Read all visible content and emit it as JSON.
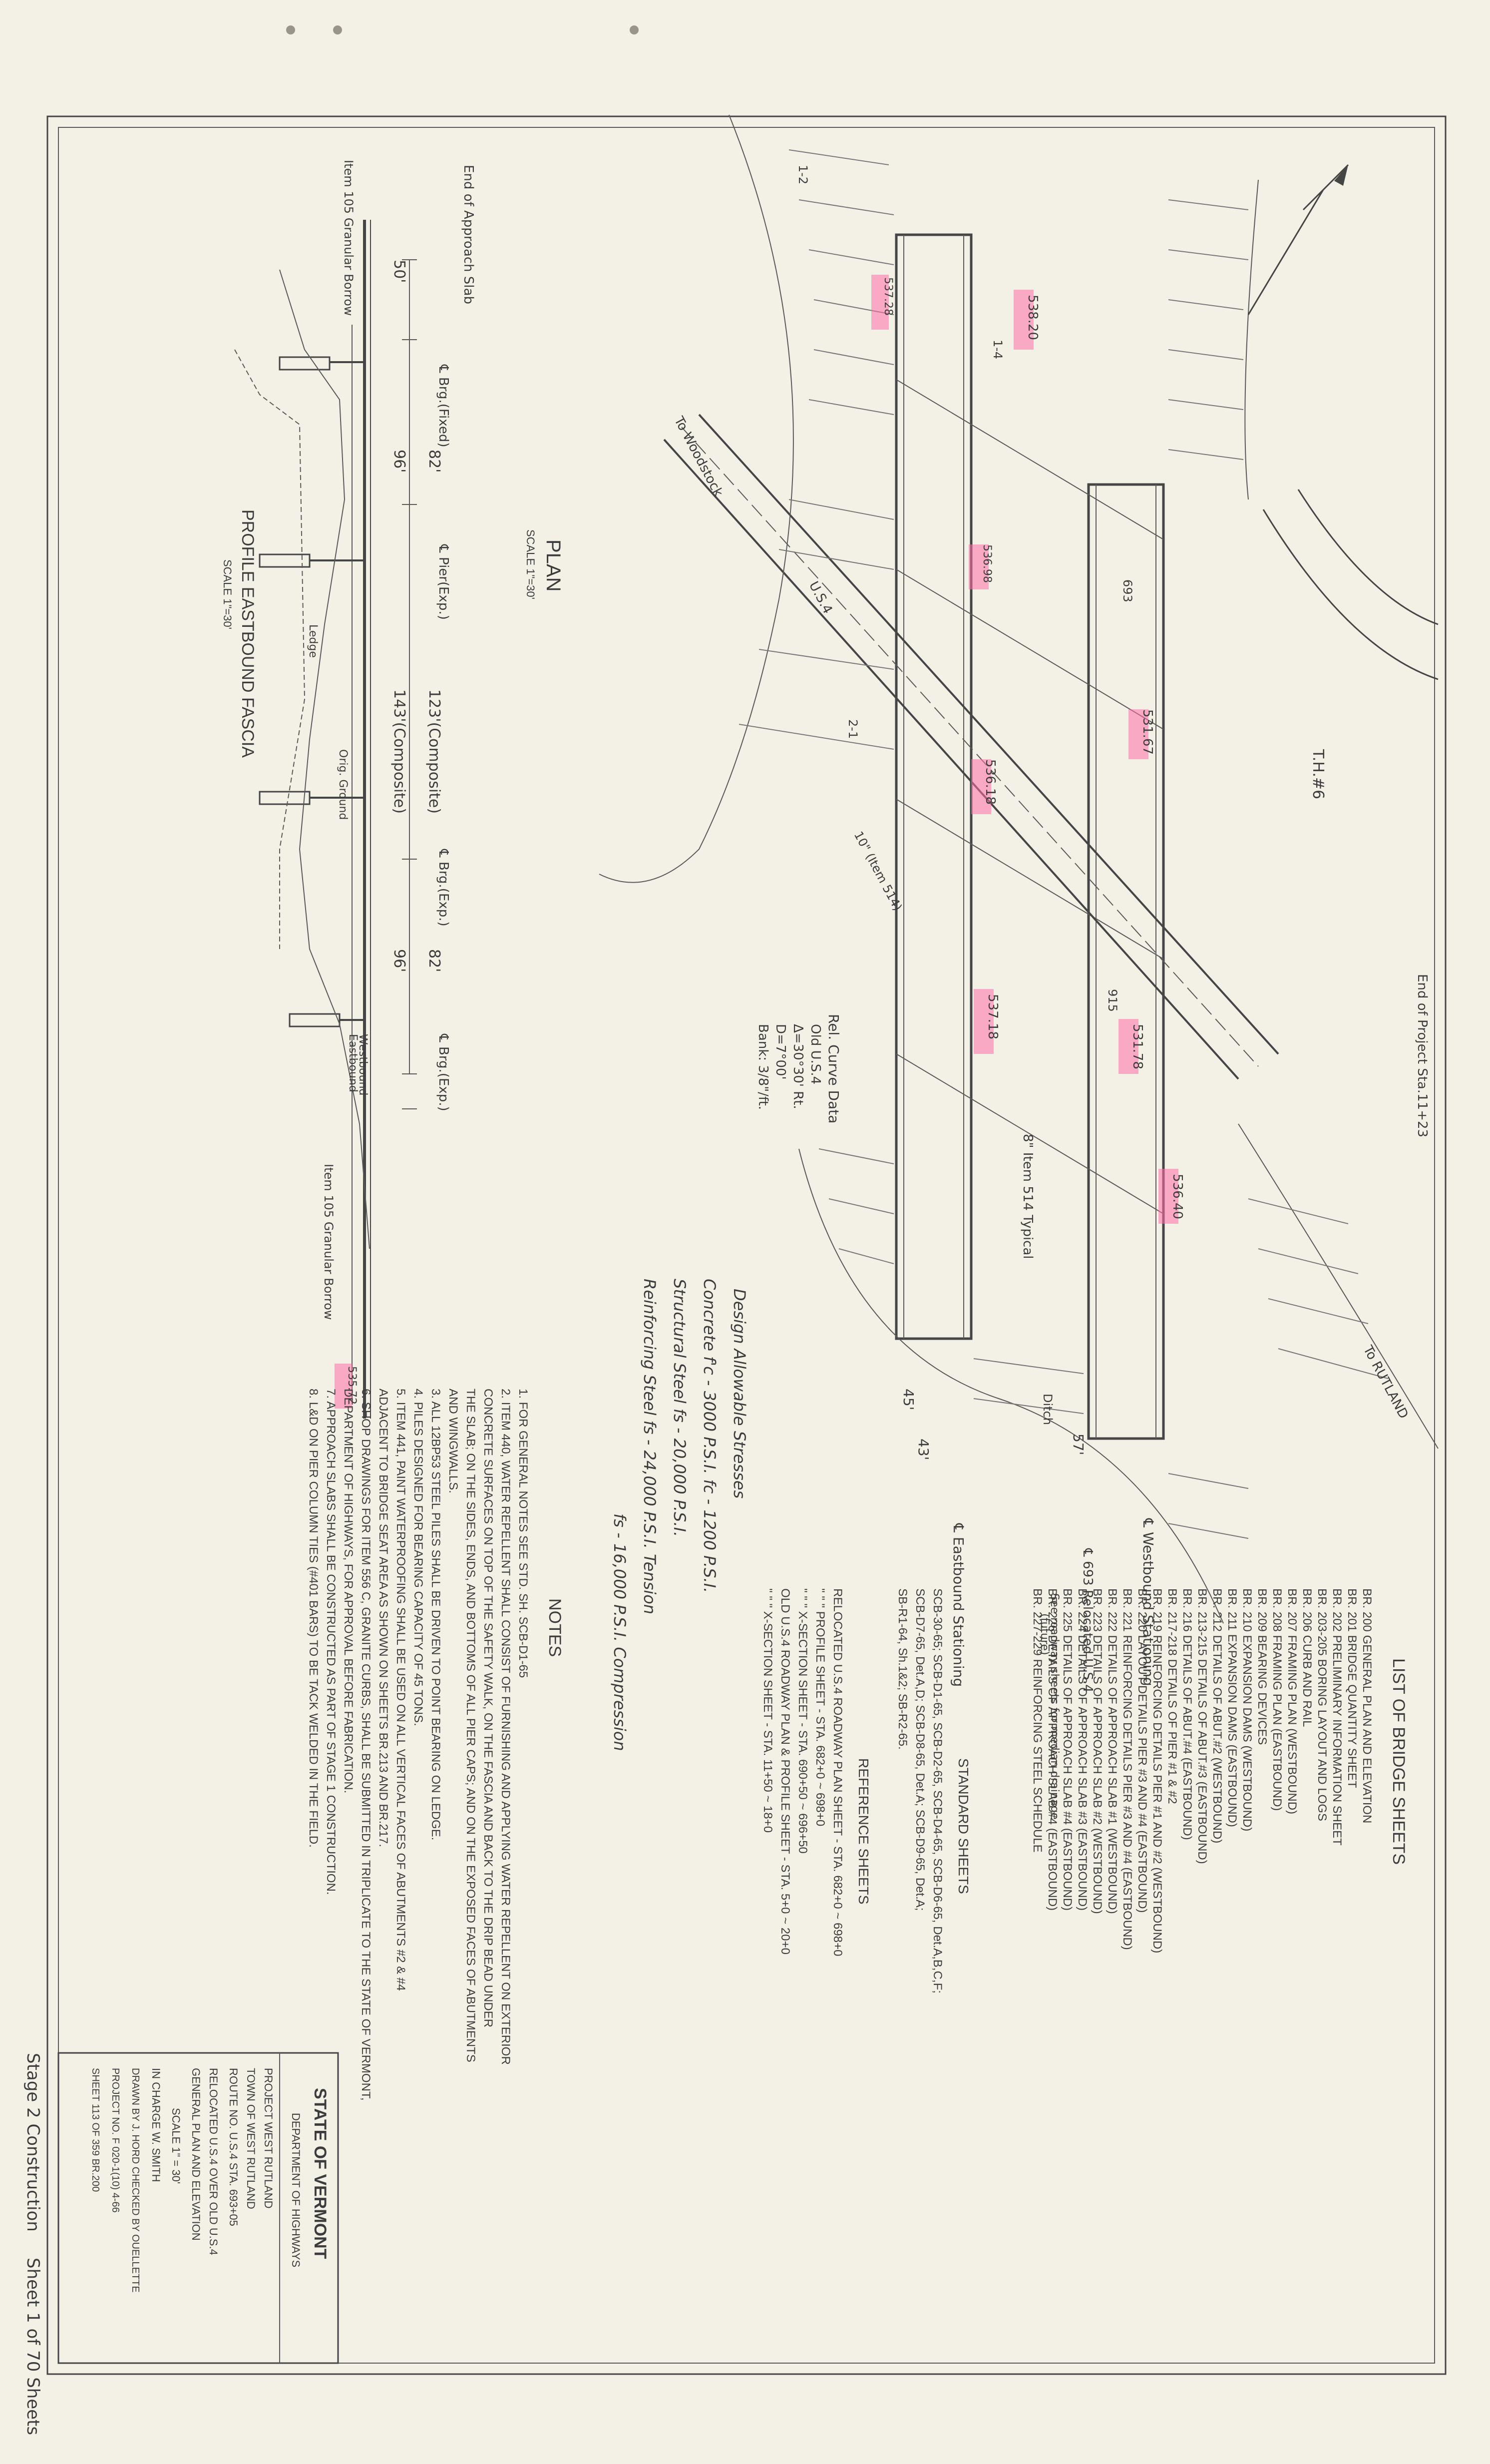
{
  "drawing": {
    "profile": {
      "title": "PROFILE EASTBOUND FASCIA",
      "scale": "SCALE 1\"=30'",
      "approach_slab": "End of Approach Slab",
      "dim_50": "50'",
      "item_105_a": "Item 105 Granular Borrow",
      "item_105_b": "Item 105 Granular Borrow",
      "bearing_fixed": "℄ Brg.(Fixed)",
      "span_96_a": "96'",
      "span_82_a": "82'",
      "pier_exp_a": "℄ Pier(Exp.)",
      "span_143": "143'(Composite)",
      "span_123": "123'(Composite)",
      "bearing_exp_a": "℄ Brg.(Exp.)",
      "span_96_b": "96'",
      "span_82_b": "82'",
      "bearing_exp_b": "℄ Brg.(Exp.)",
      "ledge": "Ledge",
      "orig_ground": "Orig. Ground",
      "westbound": "Westbound",
      "eastbound": "Eastbound"
    },
    "plan": {
      "title": "PLAN",
      "scale": "SCALE 1\"=30'",
      "to_woodstock": "To Woodstock",
      "to_rutland": "To RUTLAND",
      "th6": "T.H.#6",
      "end_project": "End of Project Sta.11+23",
      "us4": "U.S.4",
      "dim_45": "45'",
      "dim_57": "57'",
      "dim_43": "43'",
      "ditch": "Ditch",
      "item_514": "8\" Item 514 Typical",
      "item_514_b": "10\" (Item 514)",
      "eastbound_stationing": "℄ Eastbound Stationing",
      "westbound_stationing": "℄ Westbound Stationing",
      "relocated_us4": "℄ 693 Relocated U.S.4",
      "median_note": "See roadway sheets for median drainage",
      "curve_title": "Rel. Curve Data",
      "curve_old": "Old U.S.4",
      "curve_delta": "Δ=30°30' Rt.",
      "curve_d": "D=7°00'",
      "curve_bank": "Bank: 3/8\"/ft.",
      "future": "(future)",
      "slope_12": "1-2",
      "slope_14": "1-4",
      "slope_21": "2-1",
      "label_693": "693",
      "label_915": "915"
    },
    "stresses": {
      "title": "Design Allowable Stresses",
      "concrete": "Concrete f'c - 3000 P.S.I.   fc - 1200 P.S.I.",
      "steel": "Structural Steel fs - 20,000 P.S.I.",
      "reinforcing": "Reinforcing Steel fs - 24,000 P.S.I. Tension",
      "compression": "fs - 16,000 P.S.I. Compression"
    },
    "notes": {
      "title": "NOTES",
      "items": [
        "1. FOR GENERAL NOTES SEE STD. SH. SCB-D1-65",
        "2. ITEM 440, WATER REPELLENT SHALL CONSIST OF FURNISHING AND APPLYING WATER REPELLENT ON EXTERIOR",
        "   CONCRETE SURFACES ON TOP OF THE SAFETY WALK, ON THE FASCIA AND BACK TO THE DRIP BEAD UNDER",
        "   THE SLAB; ON THE SIDES, ENDS, AND BOTTOMS OF ALL PIER CAPS; AND ON THE EXPOSED FACES OF ABUTMENTS",
        "   AND WINGWALLS.",
        "3. ALL 12BP53 STEEL PILES SHALL BE DRIVEN TO POINT BEARING ON LEDGE.",
        "4. PILES DESIGNED FOR BEARING CAPACITY OF 45 TONS.",
        "5. ITEM 441, PAINT WATERPROOFING SHALL BE USED ON ALL VERTICAL FACES OF ABUTMENTS #2 & #4",
        "   ADJACENT TO BRIDGE SEAT AREA AS SHOWN ON SHEETS BR.213 AND BR.217.",
        "6. SHOP DRAWINGS FOR ITEM 556 C, GRANITE CURBS, SHALL BE SUBMITTED IN TRIPLICATE TO THE STATE OF VERMONT,",
        "   DEPARTMENT OF HIGHWAYS, FOR APPROVAL BEFORE FABRICATION.",
        "7. APPROACH SLABS SHALL BE CONSTRUCTED AS PART OF STAGE 1 CONSTRUCTION.",
        "8. L&D ON PIER COLUMN TIES (#401 BARS) TO BE TACK WELDED IN THE FIELD."
      ]
    },
    "bridge_sheets": {
      "title": "LIST OF BRIDGE SHEETS",
      "items": [
        "BR. 200   GENERAL PLAN AND ELEVATION",
        "BR. 201   BRIDGE QUANTITY SHEET",
        "BR. 202   PRELIMINARY INFORMATION SHEET",
        "BR. 203-205   BORING LAYOUT AND LOGS",
        "BR. 206   CURB AND RAIL",
        "BR. 207   FRAMING PLAN (WESTBOUND)",
        "BR. 208   FRAMING PLAN (EASTBOUND)",
        "BR. 209   BEARING DEVICES",
        "BR. 210   EXPANSION DAMS (WESTBOUND)",
        "BR. 211   EXPANSION DAMS (EASTBOUND)",
        "BR. 212   DETAILS OF ABUT.#2 (WESTBOUND)",
        "BR. 213-215   DETAILS OF ABUT.#3 (EASTBOUND)",
        "BR. 216   DETAILS OF ABUT.#4 (EASTBOUND)",
        "BR. 217-218   DETAILS OF PIER #1 & #2",
        "BR. 219   REINFORCING DETAILS PIER #1 AND #2 (WESTBOUND)",
        "BR. 220   LAYOUT DETAILS PIER #3 AND #4 (EASTBOUND)",
        "BR. 221   REINFORCING DETAILS PIER #3 AND #4 (EASTBOUND)",
        "BR. 222   DETAILS OF APPROACH SLAB #1 (WESTBOUND)",
        "BR. 223   DETAILS OF APPROACH SLAB #2 (WESTBOUND)",
        "BR. 224   DETAILS OF APPROACH SLAB #3 (EASTBOUND)",
        "BR. 225   DETAILS OF APPROACH SLAB #4 (EASTBOUND)",
        "BR. 226   DETAILS OF APPROACH SLAB #4 (EASTBOUND)",
        "BR. 227-229   REINFORCING STEEL SCHEDULE"
      ]
    },
    "standard_sheets": {
      "title": "STANDARD SHEETS",
      "items": [
        "SCB-30-65; SCB-D1-65, SCB-D2-65, SCB-D4-65, SCB-D6-65, Det.A,B,C,F;",
        "SCB-D7-65, Det.A,D; SCB-D8-65, Det.A; SCB-D9-65, Det.A;",
        "SB-R1-64, Sh.1&2; SB-R2-65."
      ]
    },
    "reference_sheets": {
      "title": "REFERENCE SHEETS",
      "items": [
        "RELOCATED U.S.4 ROADWAY PLAN SHEET - STA. 682+0 ~ 698+0",
        "\"        \"        \" PROFILE SHEET - STA. 682+0 ~ 698+0",
        "\"        \"        \" X-SECTION SHEET - STA. 690+50 ~ 696+50",
        "OLD U.S.4 ROADWAY PLAN & PROFILE SHEET - STA. 5+0 ~ 20+0",
        "\"        \"        \" X-SECTION SHEET - STA. 11+50 ~ 18+0"
      ]
    },
    "title_block": {
      "state": "STATE OF VERMONT",
      "department": "DEPARTMENT OF HIGHWAYS",
      "project": "PROJECT   WEST RUTLAND",
      "town": "TOWN OF   WEST RUTLAND",
      "route": "ROUTE NO. U.S.4      STA. 693+05",
      "title1": "RELOCATED U.S.4 OVER OLD U.S.4",
      "title2": "GENERAL PLAN AND ELEVATION",
      "scale": "SCALE 1\" = 30'",
      "in_charge": "IN CHARGE   W. SMITH",
      "drawn": "DRAWN BY J. HORD   CHECKED BY OUELLETTE",
      "project_no": "PROJECT NO. F 020-1(10)   4-66",
      "sheet": "SHEET 113 OF 359   BR.200"
    },
    "side_labels": {
      "stage": "Stage 2 Construction",
      "sheet_count": "Sheet 1 of 70 Sheets"
    },
    "elevations": {
      "e1": "538.20",
      "e2": "536.98",
      "e3": "531.67",
      "e4": "536.18",
      "e5": "537.18",
      "e6": "531.78",
      "e7": "536.40",
      "e8": "537.28",
      "e9": "535.72"
    }
  }
}
